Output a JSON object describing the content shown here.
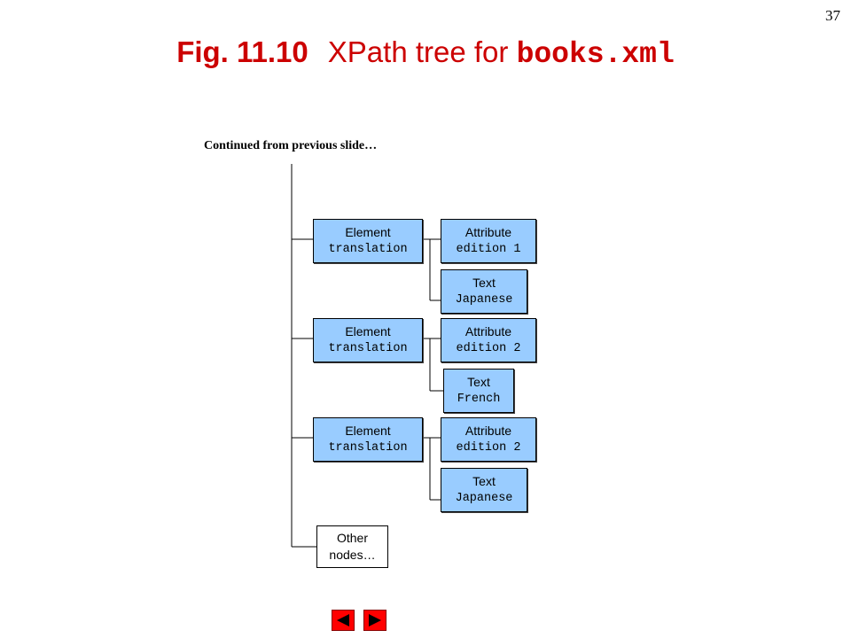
{
  "slide_number": "37",
  "title": {
    "fig_label": "Fig. 11.10",
    "text": "XPath tree for ",
    "code": "books.xml"
  },
  "continued_note": "Continued from previous slide…",
  "groups": [
    {
      "element": {
        "kind": "Element",
        "name": "translation"
      },
      "attribute": {
        "kind": "Attribute",
        "value": "edition 1"
      },
      "text": {
        "kind": "Text",
        "value": "Japanese"
      }
    },
    {
      "element": {
        "kind": "Element",
        "name": "translation"
      },
      "attribute": {
        "kind": "Attribute",
        "value": "edition 2"
      },
      "text": {
        "kind": "Text",
        "value": "French"
      }
    },
    {
      "element": {
        "kind": "Element",
        "name": "translation"
      },
      "attribute": {
        "kind": "Attribute",
        "value": "edition 2"
      },
      "text": {
        "kind": "Text",
        "value": "Japanese"
      }
    }
  ],
  "other_nodes": {
    "line1": "Other",
    "line2": "nodes…"
  },
  "colors": {
    "title": "#cc0000",
    "node_fill": "#99ccff",
    "other_fill": "#ffffff",
    "nav_button": "#ff0000"
  },
  "nav": {
    "prev_icon": "triangle-left-icon",
    "next_icon": "triangle-right-icon"
  }
}
